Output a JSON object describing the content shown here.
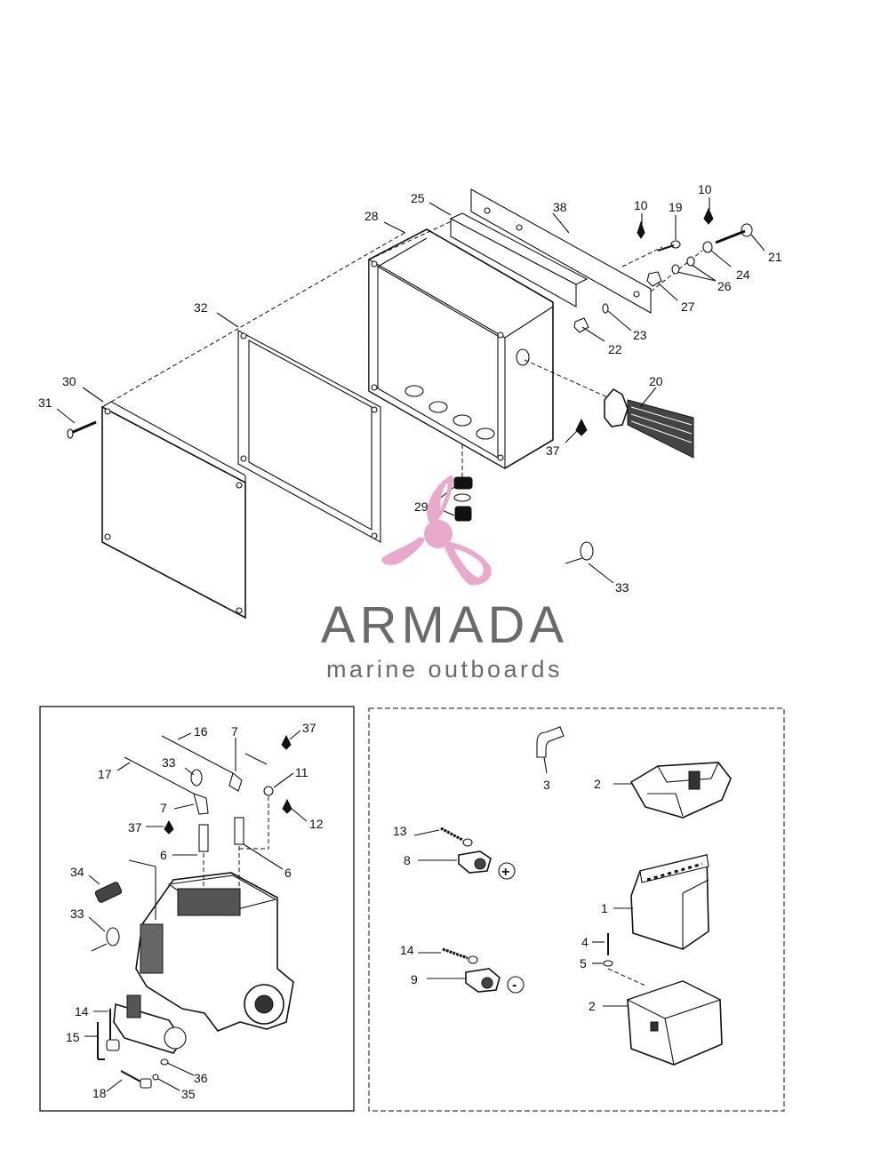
{
  "logo": {
    "wordmark": "ARMADA",
    "tagline": "marine outboards",
    "colors": {
      "propeller": "#e8a9cc",
      "text": "#6a6a6a"
    }
  },
  "callouts": {
    "upper": [
      "10",
      "19",
      "10",
      "25",
      "38",
      "28",
      "21",
      "24",
      "26",
      "27",
      "22",
      "23",
      "32",
      "20",
      "30",
      "31",
      "37",
      "29",
      "33"
    ],
    "lower_left": [
      "16",
      "7",
      "37",
      "33",
      "11",
      "17",
      "7",
      "12",
      "37",
      "6",
      "6",
      "34",
      "33",
      "14",
      "15",
      "36",
      "18",
      "35"
    ],
    "lower_right": [
      "3",
      "2",
      "13",
      "8",
      "1",
      "4",
      "14",
      "5",
      "9",
      "2"
    ]
  },
  "polarity": {
    "positive": "+",
    "negative": "-"
  }
}
